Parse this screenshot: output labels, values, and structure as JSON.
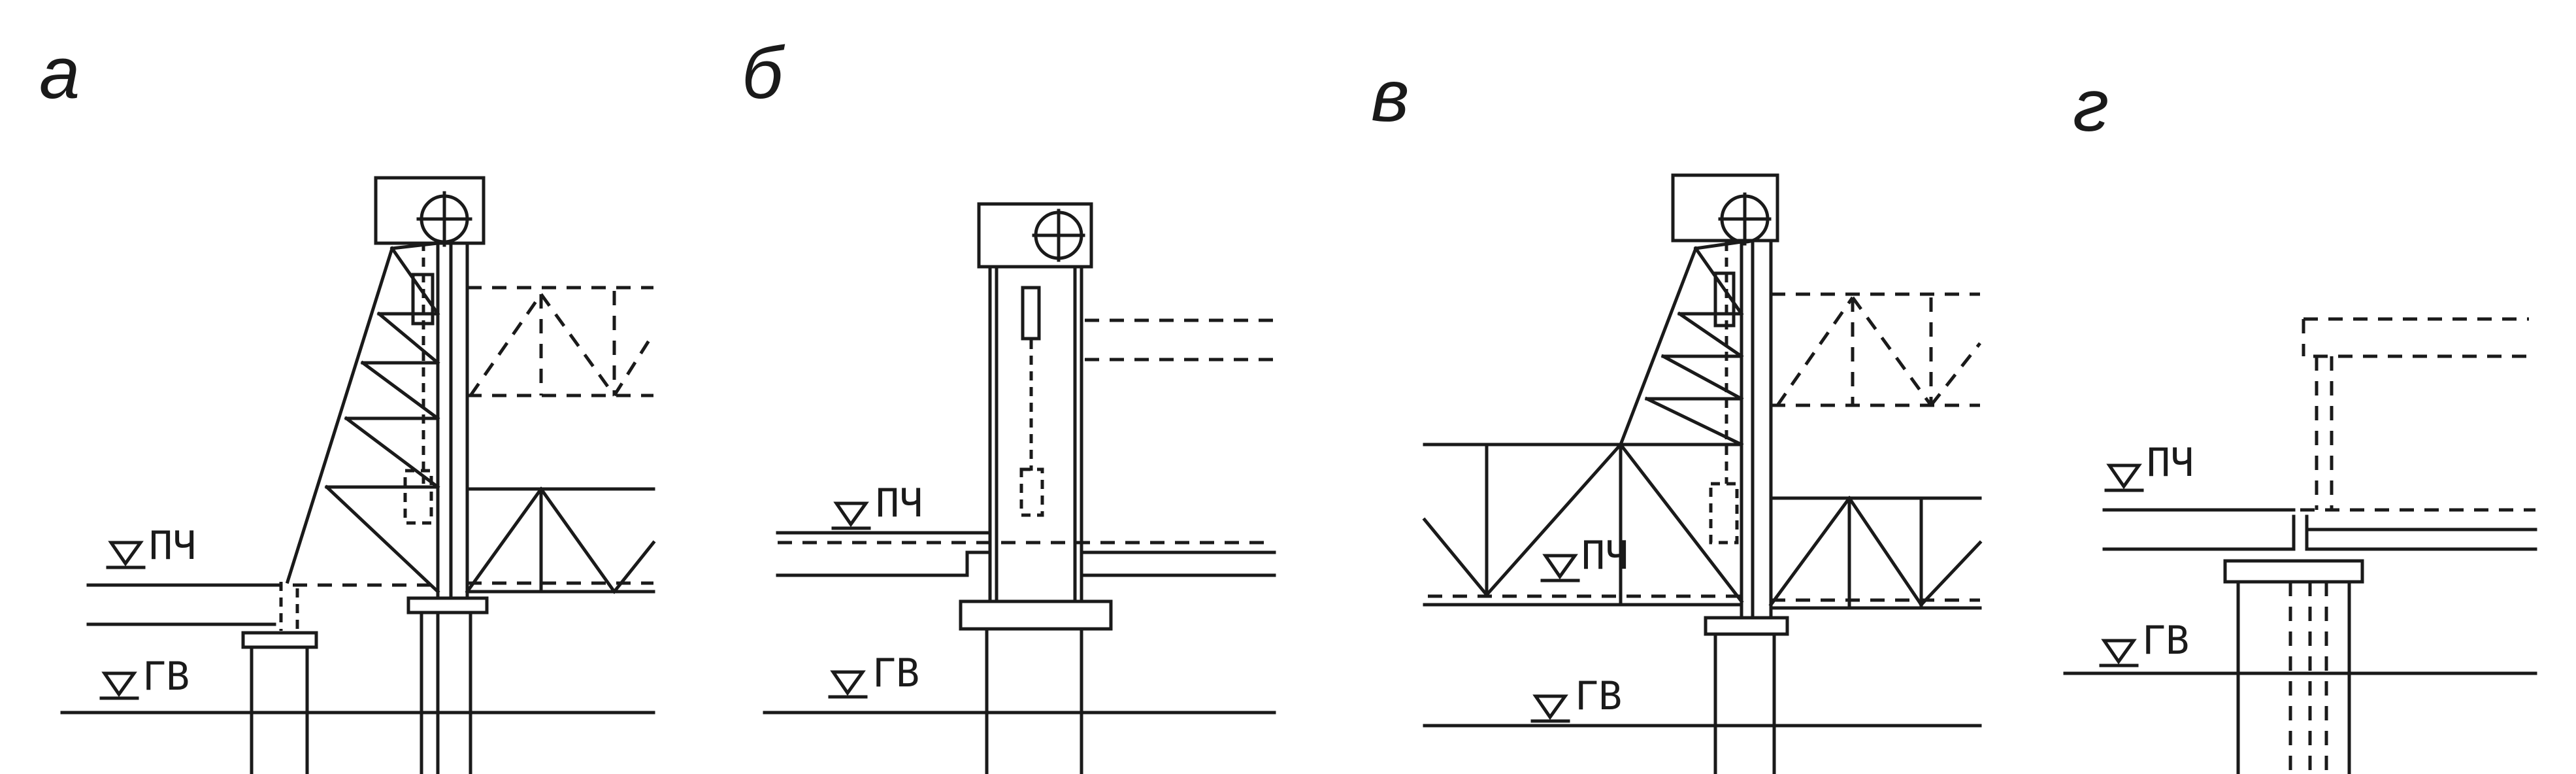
{
  "panels": [
    {
      "letter": "а",
      "levels": {
        "upper": "ПЧ",
        "lower": "ГВ"
      }
    },
    {
      "letter": "б",
      "levels": {
        "upper": "ПЧ",
        "lower": "ГВ"
      }
    },
    {
      "letter": "в",
      "levels": {
        "upper": "ПЧ",
        "lower": "ГВ"
      }
    },
    {
      "letter": "г",
      "levels": {
        "upper": "ПЧ",
        "lower": "ГВ"
      }
    }
  ],
  "colors": {
    "ink": "#1a1a1a",
    "paper": "#ffffff"
  }
}
